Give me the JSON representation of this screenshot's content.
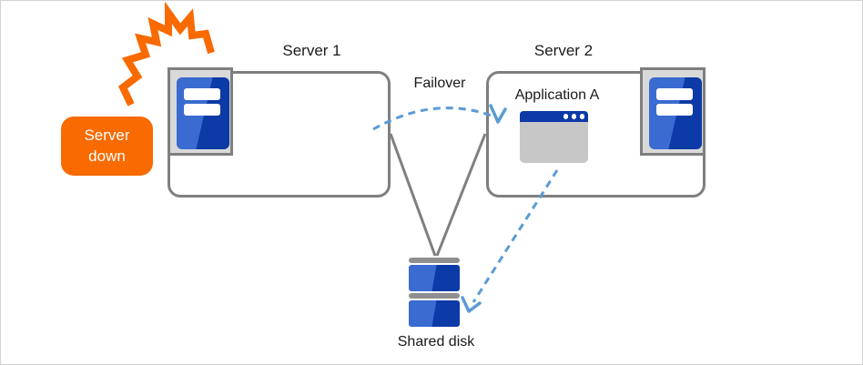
{
  "labels": {
    "server1": "Server 1",
    "server2": "Server 2",
    "failover": "Failover",
    "application": "Application A",
    "server_down": "Server down",
    "shared_disk": "Shared disk"
  },
  "colors": {
    "orange": "#F96A00",
    "blue-dark": "#0C3AA6",
    "blue-mid": "#3A6BD0",
    "arrow-blue": "#5B9BD5",
    "line-gray": "#7F7F7F",
    "icon-bg": "#D9D9D9",
    "disk-bar-gray": "#8F8F8F",
    "window-body": "#C7C7C7",
    "text": "#1A1A1A",
    "canvas-border": "#D3D3D3"
  }
}
